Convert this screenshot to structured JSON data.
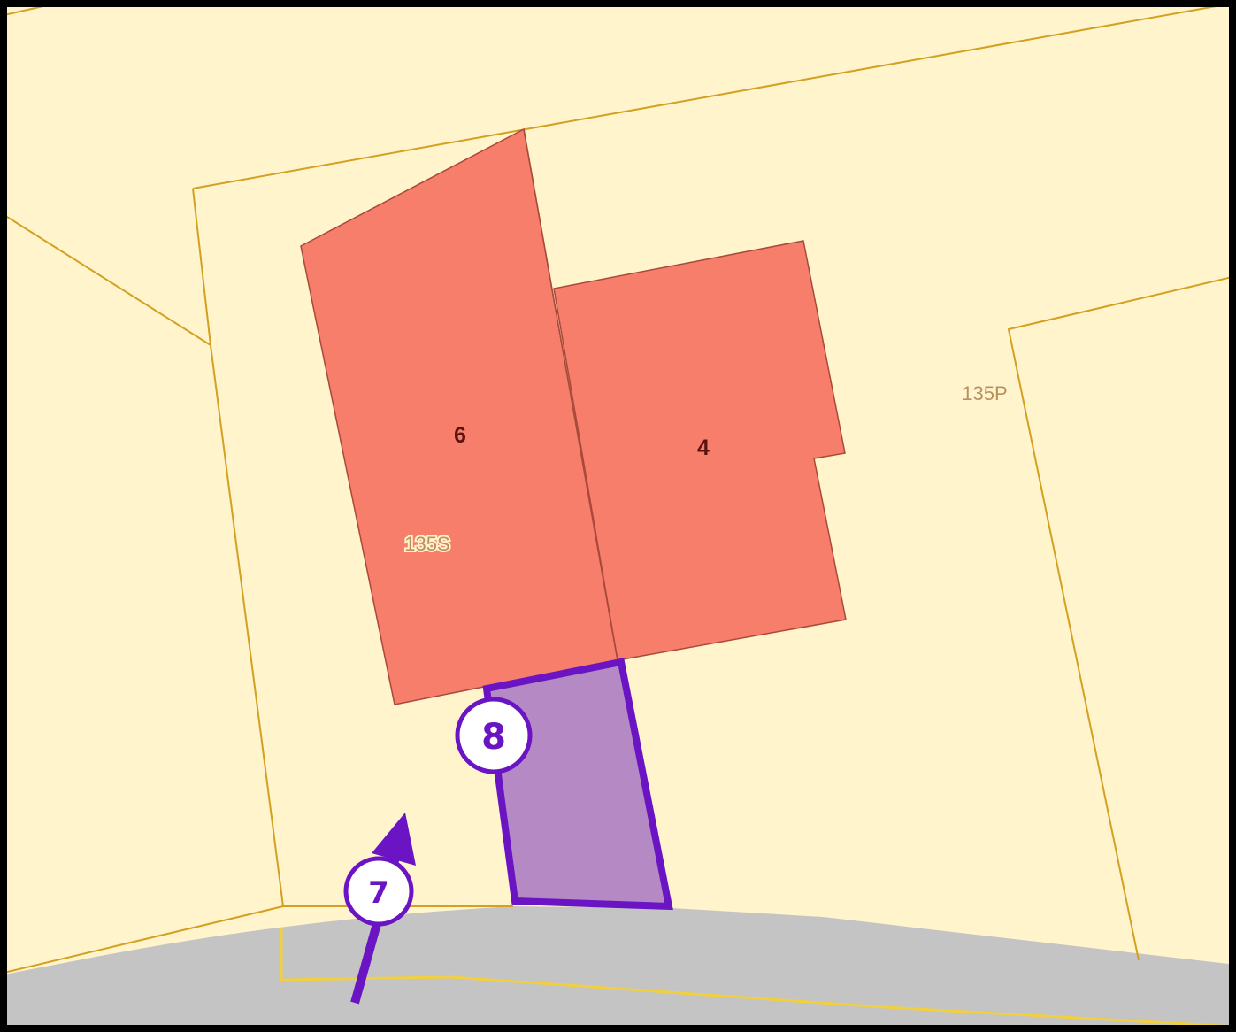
{
  "map": {
    "colors": {
      "parcel_fill": "#fff4cc",
      "parcel_line": "#d4a020",
      "road_fill": "#c4c4c4",
      "road_edge_line": "#f0d040",
      "building_fill": "#f87e6c",
      "building_line": "#a84a3a",
      "highlight_fill": "#b489c4",
      "accent": "#6a14c4",
      "frame": "#000000"
    },
    "buildings": [
      {
        "id": "house-6",
        "number": "6"
      },
      {
        "id": "house-4",
        "number": "4"
      }
    ],
    "parcel_labels": [
      {
        "id": "parcel-135s",
        "text": "135S"
      },
      {
        "id": "parcel-135p",
        "text": "135P"
      }
    ],
    "markers": [
      {
        "id": "marker-7",
        "number": "7",
        "type": "viewpoint-arrow",
        "icon": "arrow-up-icon"
      },
      {
        "id": "marker-8",
        "number": "8",
        "type": "highlighted-area"
      }
    ]
  }
}
